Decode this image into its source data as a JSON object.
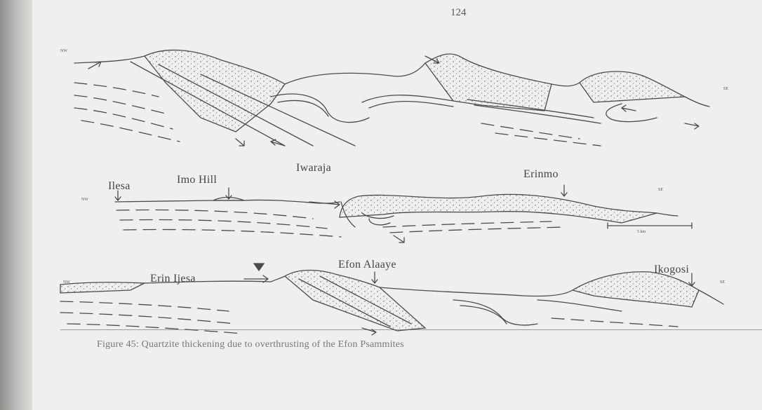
{
  "page": {
    "number": "124"
  },
  "figure": {
    "caption": "Figure 45: Quartzite thickening due to overthrusting of the Efon Psammites",
    "sections": [
      {
        "id": "section-1",
        "left_marker": "NW",
        "right_marker": "SE"
      },
      {
        "id": "section-2",
        "left_marker": "NW",
        "right_marker": "SE",
        "labels": {
          "ilesa": "Ilesa",
          "imo_hill": "Imo Hill",
          "iwaraja": "Iwaraja",
          "erinmo": "Erinmo"
        },
        "scale_label": "5 km"
      },
      {
        "id": "section-3",
        "left_marker": "NW",
        "right_marker": "SE",
        "labels": {
          "erin_ijesa": "Erin Ijesa",
          "efon_alaaye": "Efon Alaaye",
          "ikogosi": "Ikogosi"
        }
      }
    ]
  }
}
